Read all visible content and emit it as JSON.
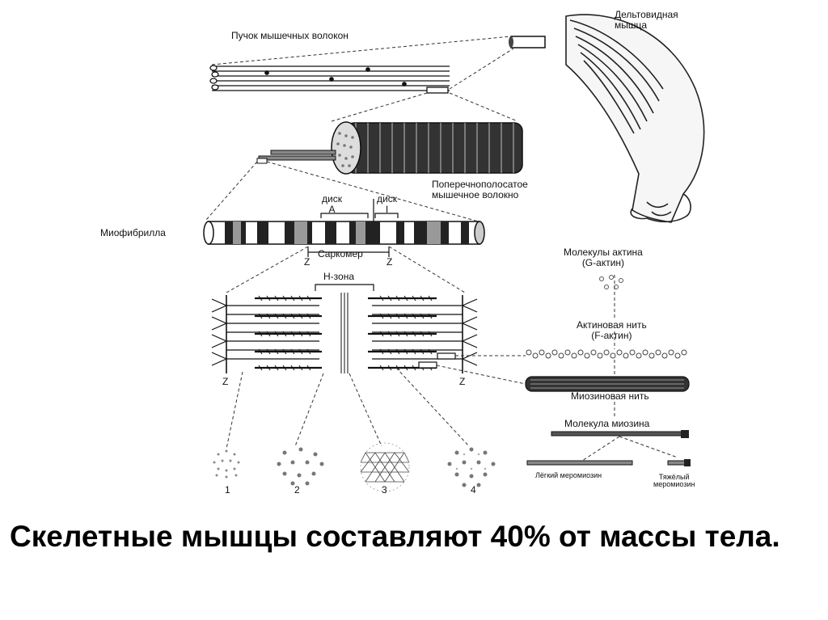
{
  "labels": {
    "deltoid": "Дельтовидная\nмышца",
    "bundle": "Пучок мышечных волокон",
    "striated_fiber": "Поперечнополосатое\nмышечное волокно",
    "myofibril": "Миофибрилла",
    "disk_a": "диск\nА",
    "disk_i": "диск\nI",
    "sarcomere": "Саркомер",
    "z": "Z",
    "h_zone": "Н-зона",
    "actin_molecules": "Молекулы актина\n(G-актин)",
    "actin_filament": "Актиновая нить\n(F-актин)",
    "myosin_filament": "Миозиновая нить",
    "myosin_molecule": "Молекула миозина",
    "light_meromyosin": "Лёгкий меромиозин",
    "heavy_meromyosin": "Тяжёлый\nмеромиозин",
    "cross_sections": [
      "1",
      "2",
      "3",
      "4"
    ]
  },
  "caption": "Скелетные мышцы составляют 40% от массы тела."
}
